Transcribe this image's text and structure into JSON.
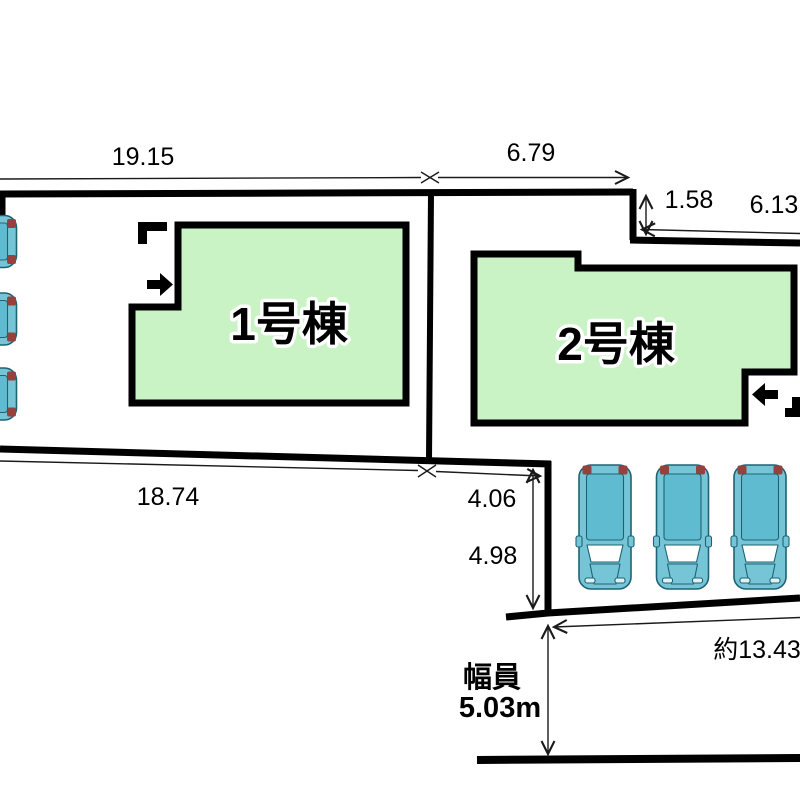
{
  "diagram": {
    "buildings": [
      {
        "label": "1号棟"
      },
      {
        "label": "2号棟"
      }
    ],
    "dims": {
      "d19_15": "19.15",
      "d6_79": "6.79",
      "d1_58": "1.58",
      "d6_13": "6.13",
      "d18_74": "18.74",
      "d4_06": "4.06",
      "d4_98": "4.98",
      "d13_43": "約13.43"
    },
    "road": {
      "width_label": "幅員",
      "width_value": "5.03m"
    },
    "colors": {
      "building_fill": "#c9f2c5",
      "line": "#000000",
      "car_body": "#76c5d6",
      "car_roof": "#5fbcd0",
      "car_glass": "#ffffff",
      "car_accent": "#dff1f5",
      "car_light": "#97403d"
    }
  }
}
